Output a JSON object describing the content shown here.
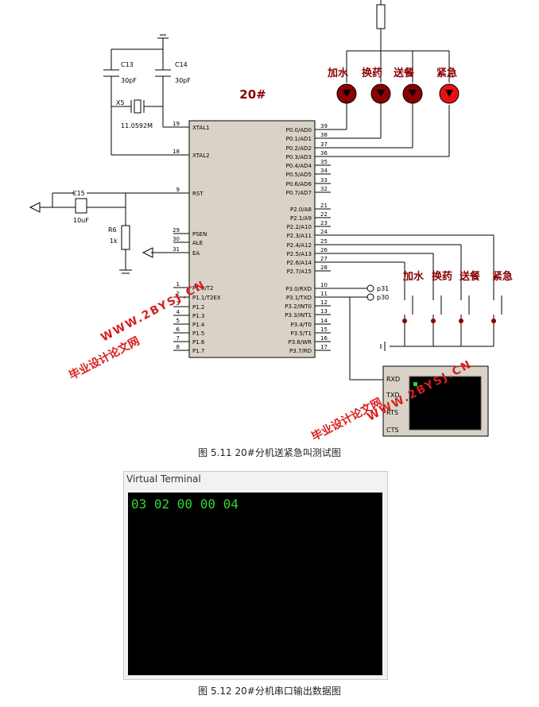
{
  "schematic": {
    "chip_title": "20#",
    "c13_name": "C13",
    "c13_value": "30pF",
    "c14_name": "C14",
    "c14_value": "30pF",
    "crystal_name": "X5",
    "crystal_value": "11.0592M",
    "c15_name": "C15",
    "c15_value": "10uF",
    "r6_name": "R6",
    "r6_value": "1k",
    "left_pins": [
      {
        "num": "19",
        "name": "XTAL1"
      },
      {
        "num": "18",
        "name": "XTAL2"
      },
      {
        "num": "9",
        "name": "RST"
      },
      {
        "num": "29",
        "name": "PSEN"
      },
      {
        "num": "30",
        "name": "ALE"
      },
      {
        "num": "31",
        "name": "EA"
      },
      {
        "num": "1",
        "name": "P1.0/T2"
      },
      {
        "num": "2",
        "name": "P1.1/T2EX"
      },
      {
        "num": "3",
        "name": "P1.2"
      },
      {
        "num": "4",
        "name": "P1.3"
      },
      {
        "num": "5",
        "name": "P1.4"
      },
      {
        "num": "6",
        "name": "P1.5"
      },
      {
        "num": "7",
        "name": "P1.6"
      },
      {
        "num": "8",
        "name": "P1.7"
      }
    ],
    "right_pins": [
      {
        "num": "39",
        "name": "P0.0/AD0"
      },
      {
        "num": "38",
        "name": "P0.1/AD1"
      },
      {
        "num": "37",
        "name": "P0.2/AD2"
      },
      {
        "num": "36",
        "name": "P0.3/AD3"
      },
      {
        "num": "35",
        "name": "P0.4/AD4"
      },
      {
        "num": "34",
        "name": "P0.5/AD5"
      },
      {
        "num": "33",
        "name": "P0.6/AD6"
      },
      {
        "num": "32",
        "name": "P0.7/AD7"
      },
      {
        "num": "21",
        "name": "P2.0/A8"
      },
      {
        "num": "22",
        "name": "P2.1/A9"
      },
      {
        "num": "23",
        "name": "P2.2/A10"
      },
      {
        "num": "24",
        "name": "P2.3/A11"
      },
      {
        "num": "25",
        "name": "P2.4/A12"
      },
      {
        "num": "26",
        "name": "P2.5/A13"
      },
      {
        "num": "27",
        "name": "P2.6/A14"
      },
      {
        "num": "28",
        "name": "P2.7/A15"
      },
      {
        "num": "10",
        "name": "P3.0/RXD"
      },
      {
        "num": "11",
        "name": "P3.1/TXD"
      },
      {
        "num": "12",
        "name": "P3.2/INT0"
      },
      {
        "num": "13",
        "name": "P3.3/INT1"
      },
      {
        "num": "14",
        "name": "P3.4/T0"
      },
      {
        "num": "15",
        "name": "P3.5/T1"
      },
      {
        "num": "16",
        "name": "P3.6/WR"
      },
      {
        "num": "17",
        "name": "P3.7/RD"
      }
    ],
    "leds": [
      "加水",
      "换药",
      "送餐",
      "紧急"
    ],
    "buttons": [
      "加水",
      "换药",
      "送餐",
      "紧急"
    ],
    "probe_p31": "p31",
    "probe_p30": "p30",
    "terminal_pins": [
      "RXD",
      "TXD",
      "RTS",
      "CTS"
    ],
    "watermark_cn": "毕业设计论文网",
    "watermark_url": "WWW.2BYSJ.CN",
    "colors": {
      "led_dark": "#8b0000",
      "led_lit": "#e81010",
      "chip_fill": "#d9d3c7",
      "wire": "#000000"
    }
  },
  "captions": {
    "figure1": "图 5.11 20#分机送紧急叫测试图",
    "figure2": "图 5.12 20#分机串口输出数据图"
  },
  "terminal": {
    "title": "Virtual Terminal",
    "output": "03 02 00 00 04"
  }
}
